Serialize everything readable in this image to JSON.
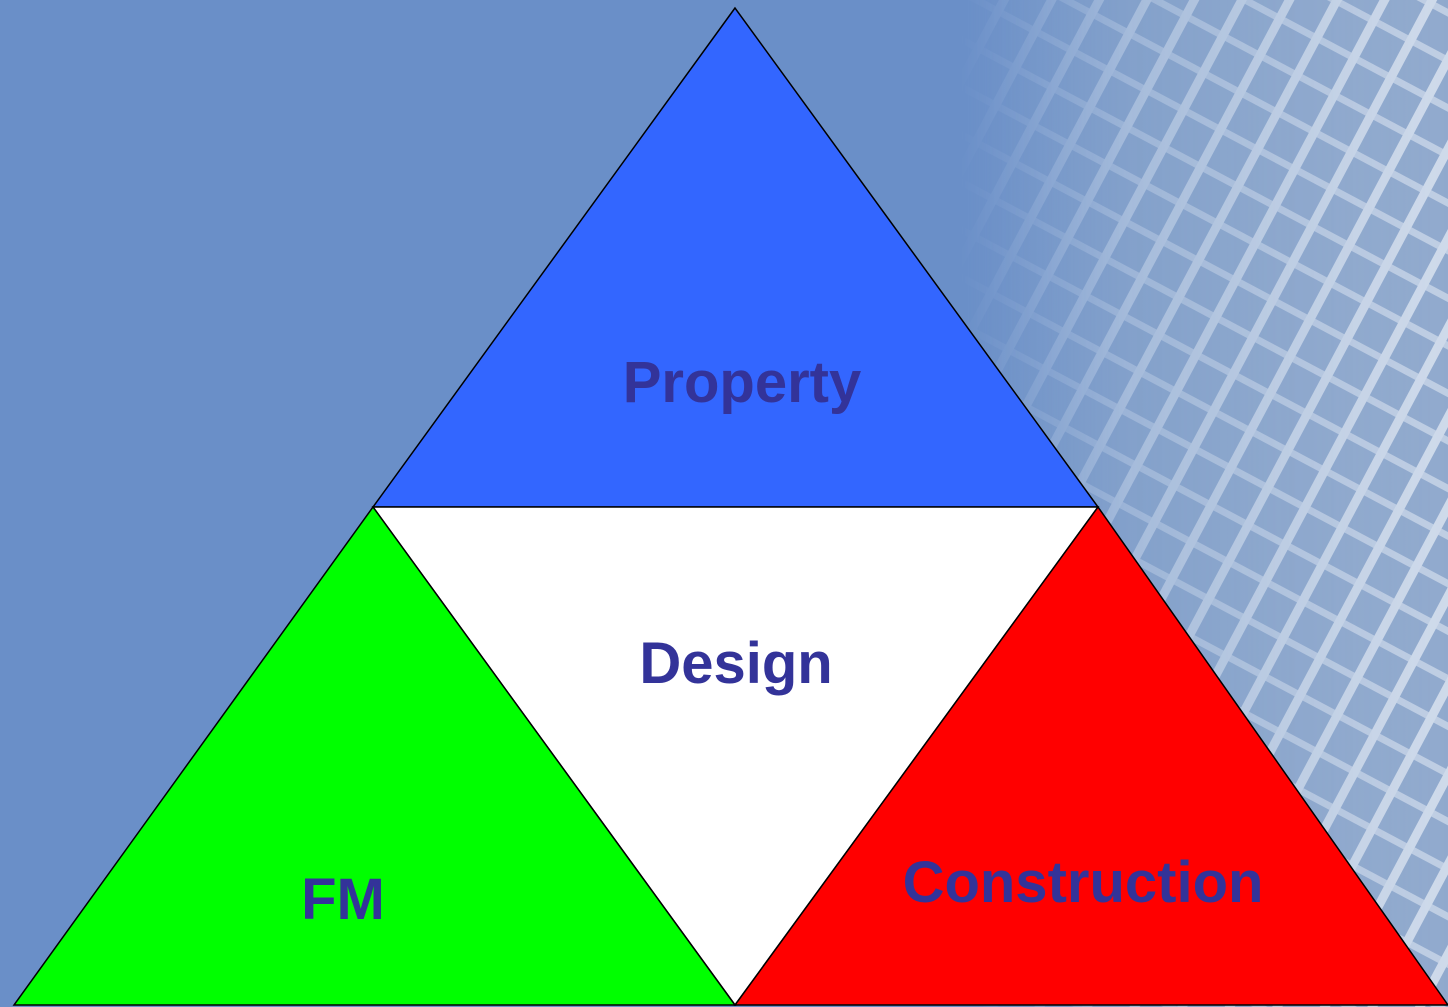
{
  "diagram": {
    "segments": [
      {
        "id": "property",
        "label": "Property",
        "color": "#3366ff"
      },
      {
        "id": "design",
        "label": "Design",
        "color": "#ffffff"
      },
      {
        "id": "fm",
        "label": "FM",
        "color": "#00ff00"
      },
      {
        "id": "construction",
        "label": "Construction",
        "color": "#ff0000"
      }
    ],
    "label_color": "#333399",
    "background_color": "#6a8fc8",
    "outline_color": "#000000"
  }
}
